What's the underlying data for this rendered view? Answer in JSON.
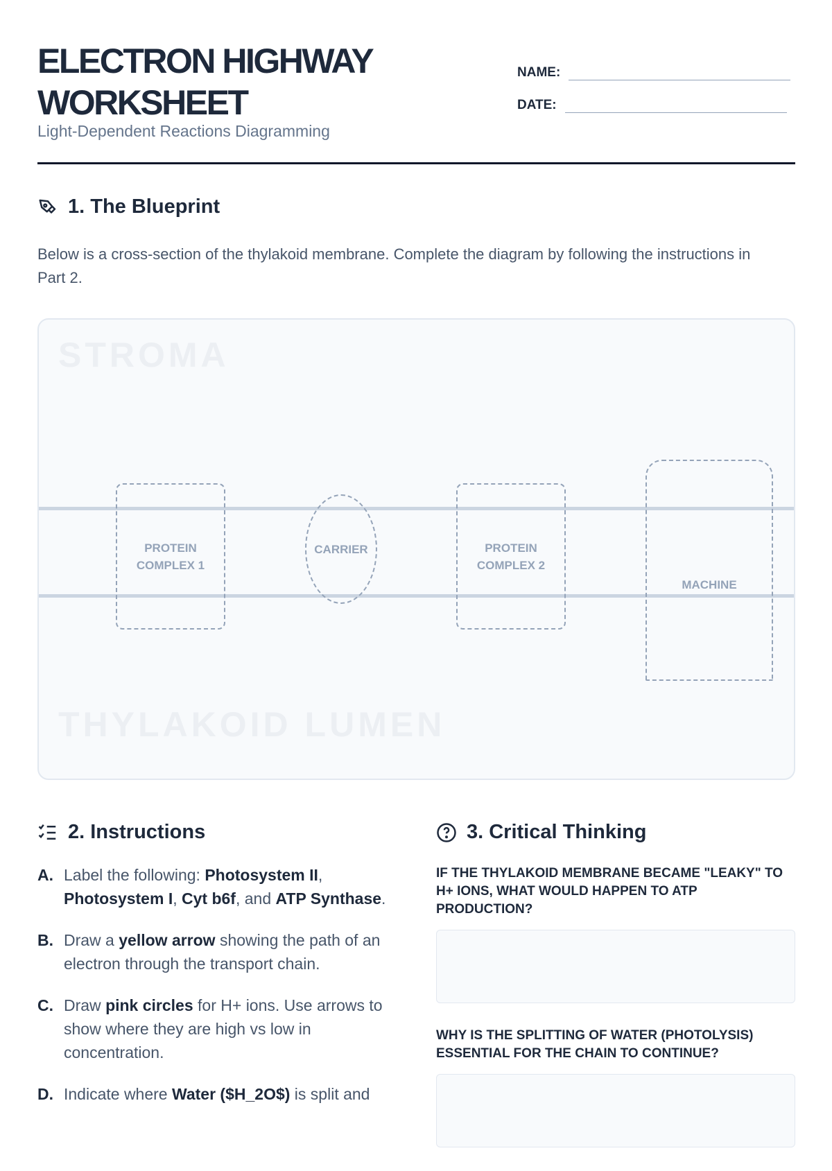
{
  "header": {
    "title_line1": "ELECTRON HIGHWAY",
    "title_line2": "WORKSHEET",
    "subtitle": "Light-Dependent Reactions Diagramming",
    "name_label": "NAME:",
    "date_label": "DATE:"
  },
  "section1": {
    "heading": "1. The Blueprint",
    "icon": "pen-nib-icon",
    "text": "Below is a cross-section of the thylakoid membrane. Complete the diagram by following the instructions in Part 2."
  },
  "diagram": {
    "stroma": "STROMA",
    "lumen": "THYLAKOID LUMEN",
    "pc1_a": "PROTEIN",
    "pc1_b": "COMPLEX 1",
    "carrier": "CARRIER",
    "pc2_a": "PROTEIN",
    "pc2_b": "COMPLEX 2",
    "machine": "MACHINE"
  },
  "section2": {
    "heading": "2. Instructions",
    "icon": "checklist-icon",
    "items": [
      {
        "letter": "A.",
        "t1": "Label the following: ",
        "b1": "Photosystem II",
        "t2": ", ",
        "b2": "Photosystem I",
        "t3": ", ",
        "b3": "Cyt b6f",
        "t4": ", and ",
        "b4": "ATP Synthase",
        "t5": "."
      },
      {
        "letter": "B.",
        "t1": "Draw a ",
        "b1": "yellow arrow",
        "t2": " showing the path of an electron through the transport chain."
      },
      {
        "letter": "C.",
        "t1": "Draw ",
        "b1": "pink circles",
        "t2": " for H+ ions. Use arrows to show where they are high vs low in concentration."
      },
      {
        "letter": "D.",
        "t1": "Indicate where ",
        "b1": "Water ($H_2O$)",
        "t2": " is split and"
      }
    ]
  },
  "section3": {
    "heading": "3. Critical Thinking",
    "icon": "question-circle-icon",
    "questions": [
      "If the thylakoid membrane became \"leaky\" to H+ ions, what would happen to ATP production?",
      "Why is the splitting of water (photolysis) essential for the chain to continue?"
    ]
  }
}
